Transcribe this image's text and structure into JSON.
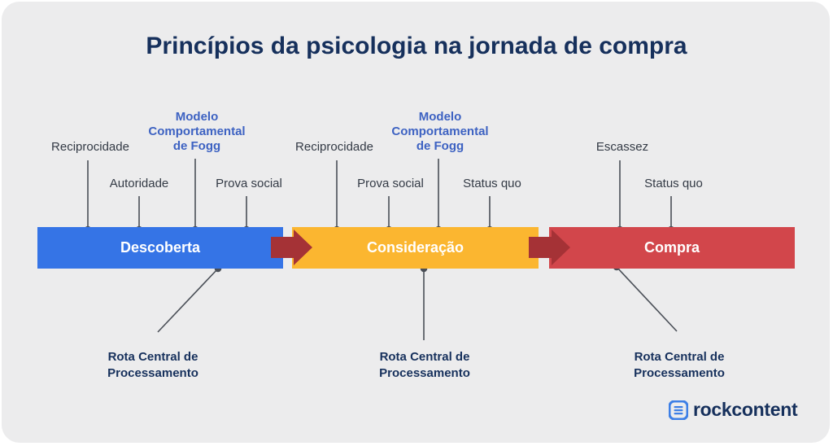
{
  "title": "Princípios da psicologia na jornada de compra",
  "stages": [
    {
      "name": "Descoberta",
      "color": "#3574e6",
      "principles": [
        "Reciprocidade",
        "Autoridade",
        "Modelo Comportamental de Fogg",
        "Prova social"
      ],
      "below": "Rota Central de Processamento"
    },
    {
      "name": "Consideração",
      "color": "#fbb630",
      "principles": [
        "Reciprocidade",
        "Prova social",
        "Modelo Comportamental de Fogg",
        "Status quo"
      ],
      "below": "Rota Central de Processamento"
    },
    {
      "name": "Compra",
      "color": "#d2464b",
      "principles": [
        "Escassez",
        "Status quo"
      ],
      "below": "Rota Central de Processamento"
    }
  ],
  "arrow_color": "#a53236",
  "highlight_color": "#3d62c2",
  "brand": {
    "name": "rockcontent",
    "color": "#16305c",
    "icon_color": "#3d7fe6"
  }
}
